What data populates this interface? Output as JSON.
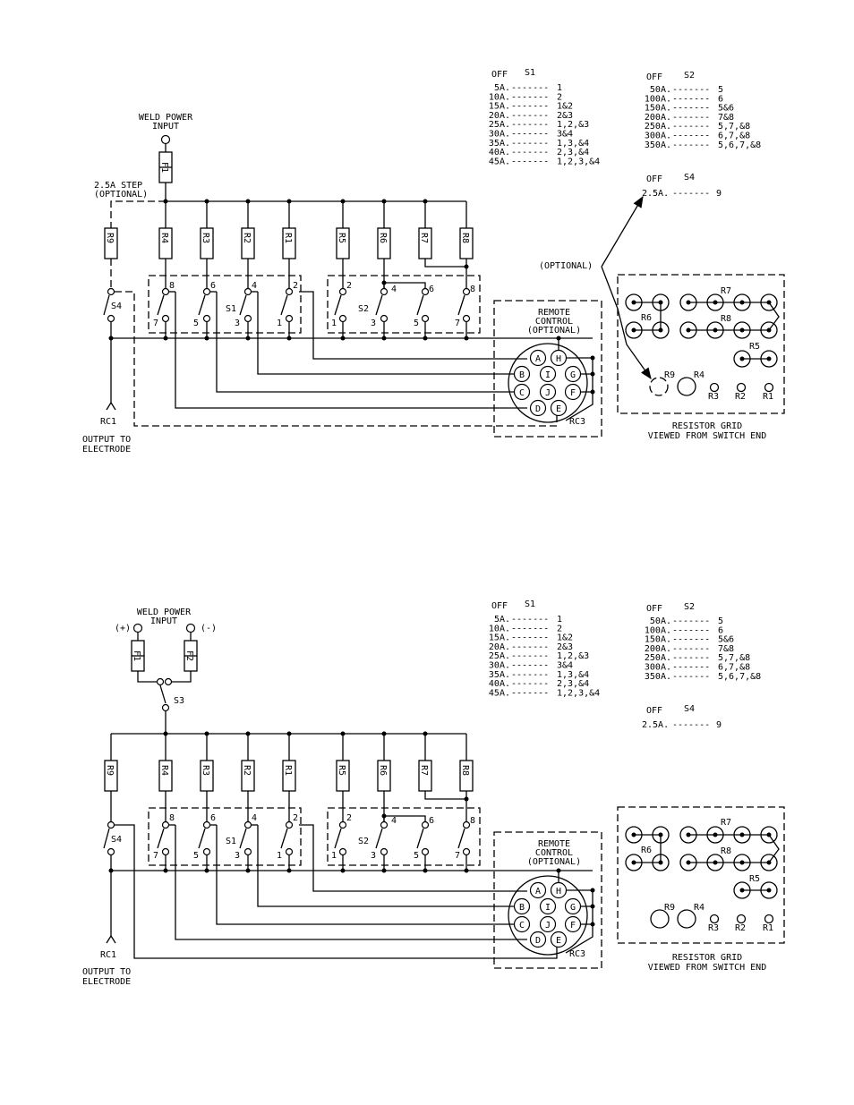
{
  "diagram_1": {
    "weld_input": [
      "WELD POWER",
      "INPUT"
    ],
    "fuse": "F1",
    "step_label": [
      "2.5A STEP",
      "(OPTIONAL)"
    ],
    "resistors": [
      "R9",
      "R4",
      "R3",
      "R2",
      "R1",
      "R5",
      "R6",
      "R7",
      "R8"
    ],
    "s4_label": "S4",
    "s1_label": "S1",
    "s2_label": "S2",
    "s1_terms": [
      "8",
      "7",
      "6",
      "5",
      "4",
      "3",
      "2",
      "1"
    ],
    "s2_terms": [
      "2",
      "1",
      "4",
      "3",
      "6",
      "5",
      "8",
      "7"
    ],
    "remote": [
      "REMOTE",
      "CONTROL",
      "(OPTIONAL)"
    ],
    "pins": [
      "A",
      "H",
      "B",
      "I",
      "G",
      "C",
      "J",
      "F",
      "D",
      "E"
    ],
    "rc3": "RC3",
    "rc1": "RC1",
    "output": [
      "OUTPUT TO",
      "ELECTRODE"
    ],
    "optional_note": "(OPTIONAL)",
    "grid_labels": [
      "R7",
      "R6",
      "R8",
      "R5",
      "R9",
      "R4",
      "R3",
      "R2",
      "R1"
    ],
    "grid_title": [
      "RESISTOR GRID",
      "VIEWED FROM SWITCH END"
    ]
  },
  "diagram_2": {
    "weld_input": [
      "WELD POWER",
      "INPUT"
    ],
    "plus": "(+)",
    "minus": "(-)",
    "fuses": [
      "F1",
      "F2"
    ],
    "s3_label": "S3",
    "resistors": [
      "R9",
      "R4",
      "R3",
      "R2",
      "R1",
      "R5",
      "R6",
      "R7",
      "R8"
    ],
    "s4_label": "S4",
    "s1_label": "S1",
    "s2_label": "S2",
    "s1_terms": [
      "8",
      "7",
      "6",
      "5",
      "4",
      "3",
      "2",
      "1"
    ],
    "s2_terms": [
      "2",
      "1",
      "4",
      "3",
      "6",
      "5",
      "8",
      "7"
    ],
    "remote": [
      "REMOTE",
      "CONTROL",
      "(OPTIONAL)"
    ],
    "pins": [
      "A",
      "H",
      "B",
      "I",
      "G",
      "C",
      "J",
      "F",
      "D",
      "E"
    ],
    "rc3": "RC3",
    "rc1": "RC1",
    "output": [
      "OUTPUT TO",
      "ELECTRODE"
    ],
    "grid_labels": [
      "R7",
      "R6",
      "R8",
      "R5",
      "R9",
      "R4",
      "R3",
      "R2",
      "R1"
    ],
    "grid_title": [
      "RESISTOR GRID",
      "VIEWED FROM SWITCH END"
    ]
  },
  "s1_table": {
    "header": [
      "OFF",
      "S1"
    ],
    "rows": [
      [
        "5A.",
        "-------",
        "1"
      ],
      [
        "10A.",
        "-------",
        "2"
      ],
      [
        "15A.",
        "-------",
        "1&2"
      ],
      [
        "20A.",
        "-------",
        "2&3"
      ],
      [
        "25A.",
        "-------",
        "1,2,&3"
      ],
      [
        "30A.",
        "-------",
        "3&4"
      ],
      [
        "35A.",
        "-------",
        "1,3,&4"
      ],
      [
        "40A.",
        "-------",
        "2,3,&4"
      ],
      [
        "45A.",
        "-------",
        "1,2,3,&4"
      ]
    ]
  },
  "s2_table": {
    "header": [
      "OFF",
      "S2"
    ],
    "rows": [
      [
        "50A.",
        "-------",
        "5"
      ],
      [
        "100A.",
        "-------",
        "6"
      ],
      [
        "150A.",
        "-------",
        "5&6"
      ],
      [
        "200A.",
        "-------",
        "7&8"
      ],
      [
        "250A.",
        "-------",
        "5,7,&8"
      ],
      [
        "300A.",
        "-------",
        "6,7,&8"
      ],
      [
        "350A.",
        "-------",
        "5,6,7,&8"
      ]
    ]
  },
  "s4_table": {
    "header": [
      "OFF",
      "S4"
    ],
    "row": [
      "2.5A.",
      "-------",
      "9"
    ]
  }
}
